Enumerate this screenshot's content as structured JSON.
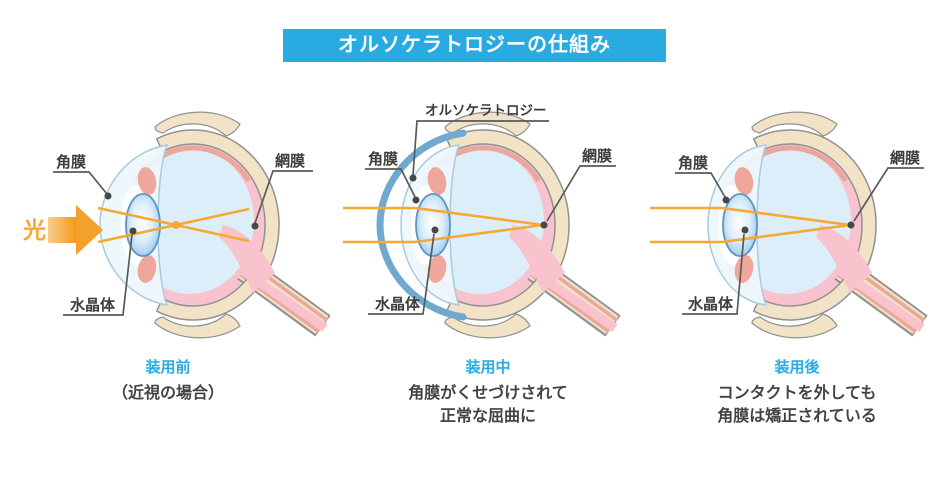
{
  "title": "オルソケラトロジーの仕組み",
  "colors": {
    "banner_blue": "#29ABE2",
    "caption_heading_blue": "#29ABE2",
    "caption_text_dark": "#434343",
    "ray_orange": "#F6A832",
    "contact_lens_blue": "#6FA9CF",
    "sclera_cream": "#F2E3C6",
    "retina_pink": "#F8C3CE",
    "salmon_accent": "#E9A89B",
    "vitreous_blue": "#DCEEF9",
    "lens_blue": "#76B0DF",
    "outline_gray": "#919191"
  },
  "panels": [
    {
      "id": "before",
      "light_label": "光",
      "labels": {
        "cornea": "角膜",
        "retina": "網膜",
        "lens": "水晶体"
      },
      "caption_title": "装用前",
      "caption_lines": [
        "（近視の場合）"
      ]
    },
    {
      "id": "during",
      "labels": {
        "contact": "オルソケラトロジー",
        "cornea": "角膜",
        "retina": "網膜",
        "lens": "水晶体"
      },
      "caption_title": "装用中",
      "caption_lines": [
        "角膜がくせづけされて",
        "正常な屈曲に"
      ]
    },
    {
      "id": "after",
      "labels": {
        "cornea": "角膜",
        "retina": "網膜",
        "lens": "水晶体"
      },
      "caption_title": "装用後",
      "caption_lines": [
        "コンタクトを外しても",
        "角膜は矯正されている"
      ]
    }
  ]
}
